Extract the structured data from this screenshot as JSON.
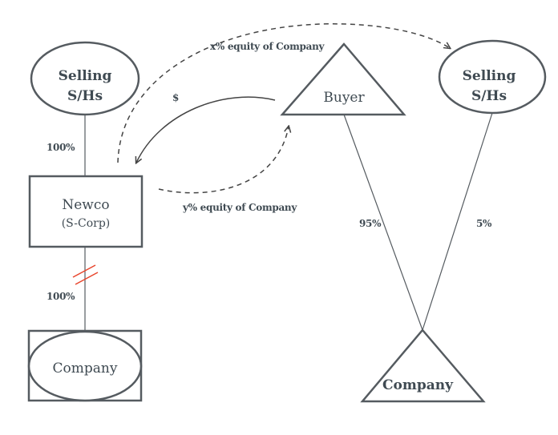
{
  "nodes": {
    "selling_left": {
      "line1": "Selling",
      "line2": "S/Hs"
    },
    "buyer": {
      "label": "Buyer"
    },
    "selling_right": {
      "line1": "Selling",
      "line2": "S/Hs"
    },
    "newco": {
      "line1": "Newco",
      "line2": "(S-Corp)"
    },
    "company_left": {
      "label": "Company"
    },
    "company_right": {
      "label": "Company"
    }
  },
  "edges": {
    "selling_to_newco_pct": "100%",
    "newco_to_company_pct": "100%",
    "buyer_to_company_pct": "95%",
    "selling_right_to_company_pct": "5%",
    "x_equity": "x% equity of Company",
    "y_equity": "y% equity of Company",
    "cash": "$"
  },
  "colors": {
    "shape_stroke": "#555b60",
    "text": "#3f4a52",
    "break_mark": "#e8452c"
  }
}
